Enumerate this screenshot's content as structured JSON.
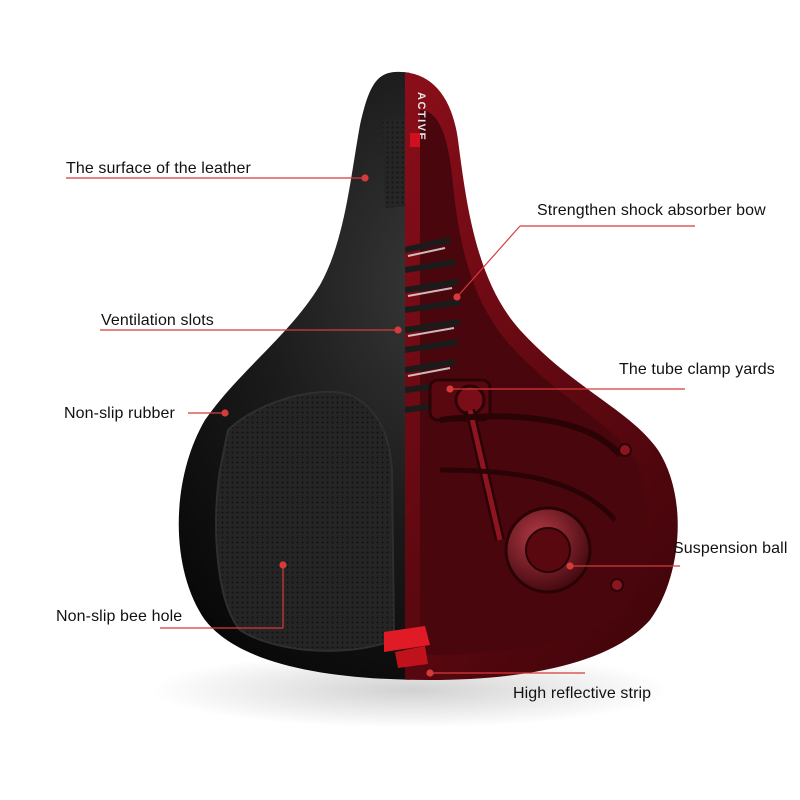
{
  "saddle": {
    "brand_mark": "ACTIVE"
  },
  "callouts": {
    "surface": "The surface of the leather",
    "ventilation": "Ventilation slots",
    "rubber": "Non-slip rubber",
    "bee_hole": "Non-slip bee hole",
    "shock": "Strengthen shock absorber bow",
    "tube_clamp": "The tube clamp yards",
    "suspension": "Suspension ball",
    "reflective": "High reflective strip"
  },
  "colors": {
    "leader_line": "#d63b3b",
    "saddle_black": "#141414",
    "saddle_red": "#7a0d18",
    "accent_red": "#d0101e"
  }
}
